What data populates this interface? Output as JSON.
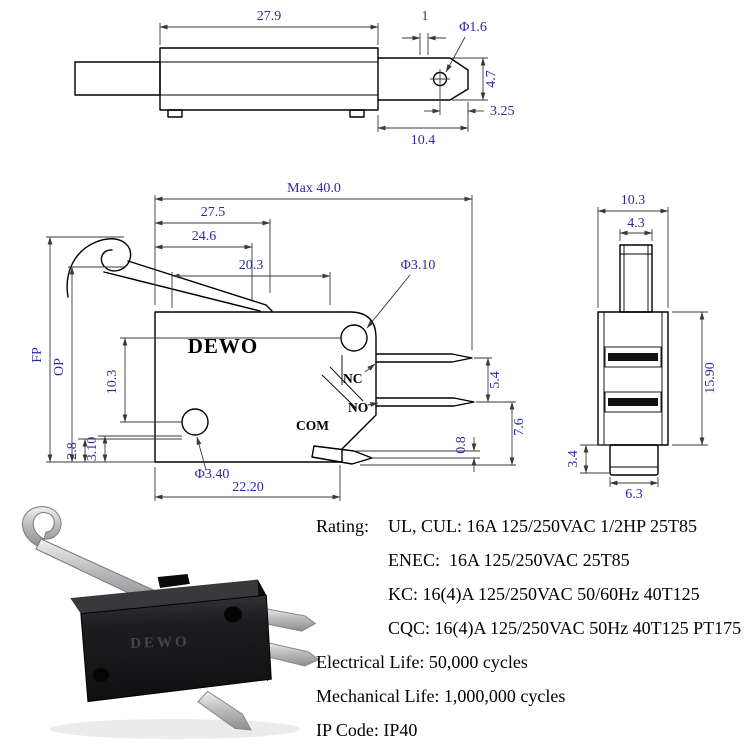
{
  "colors": {
    "dim_text": "#2b2b9e",
    "dim_line": "#3a3a3a",
    "geometry_line": "#000000",
    "background": "#ffffff"
  },
  "top_view": {
    "dim_width": "27.9",
    "dim_thickness": "1",
    "dim_hole": "Φ1.6",
    "dim_height": "4.7",
    "dim_hole_offset": "3.25",
    "dim_terminal_length": "10.4"
  },
  "front_view": {
    "dim_max_width": "Max 40.0",
    "dim_body_top": "27.5",
    "dim_body_width_top": "24.6",
    "dim_hole_offset": "20.3",
    "dim_hole_top": "Φ3.10",
    "label_fp": "FP",
    "label_op": "OP",
    "dim_hole_spacing": "10.3",
    "brand": "DEWO",
    "label_nc": "NC",
    "label_no": "NO",
    "label_com": "COM",
    "dim_terminal_gap": "5.4",
    "dim_terminal_bottom": "7.6",
    "dim_terminal_thickness": "0.8",
    "dim_bottom_a": "2.8",
    "dim_bottom_b": "3.10",
    "dim_hole_bottom": "Φ3.40",
    "dim_body_bottom": "22.20"
  },
  "side_view": {
    "dim_body_width": "10.3",
    "dim_plunger_width": "4.3",
    "dim_body_height": "15.90",
    "dim_button_height": "3.4",
    "dim_button_width": "6.3"
  },
  "photo": {
    "brand": "DEWO"
  },
  "specs": {
    "rating_label": "Rating:",
    "rating_value": "UL, CUL: 16A 125/250VAC 1/2HP 25T85",
    "enec": "ENEC:  16A 125/250VAC 25T85",
    "kc": "KC: 16(4)A 125/250VAC 50/60Hz 40T125",
    "cqc": "CQC: 16(4)A 125/250VAC 50Hz 40T125 PT175",
    "electrical_life": "Electrical Life: 50,000 cycles",
    "mechanical_life": "Mechanical Life: 1,000,000 cycles",
    "ip_code": "IP Code: IP40"
  }
}
